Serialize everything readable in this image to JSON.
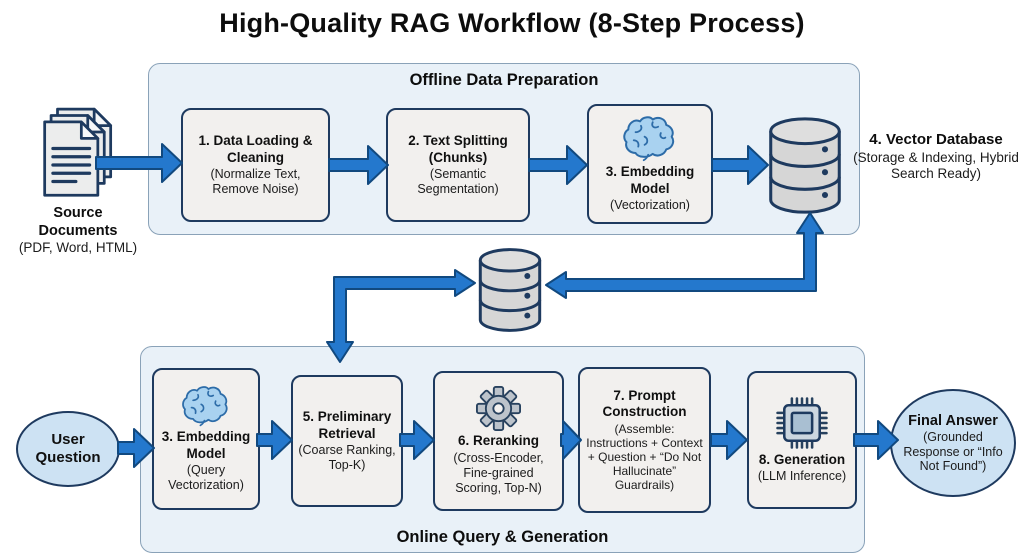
{
  "title": "High-Quality RAG Workflow (8-Step Process)",
  "offline": {
    "label": "Offline Data Preparation",
    "boxes": [
      {
        "title": "1. Data Loading & Cleaning",
        "subtitle": "(Normalize Text, Remove Noise)"
      },
      {
        "title": "2. Text Splitting (Chunks)",
        "subtitle": "(Semantic Segmentation)"
      },
      {
        "title": "3. Embedding Model",
        "subtitle": "(Vectorization)",
        "icon": "brain-icon"
      }
    ]
  },
  "online": {
    "label": "Online Query & Generation",
    "boxes": [
      {
        "title": "3. Embedding Model",
        "subtitle": "(Query Vectorization)",
        "icon": "brain-icon"
      },
      {
        "title": "5. Preliminary Retrieval",
        "subtitle": "(Coarse Ranking, Top-K)"
      },
      {
        "title": "6. Reranking",
        "subtitle": "(Cross-Encoder, Fine-grained Scoring, Top-N)",
        "icon": "gear-icon"
      },
      {
        "title": "7. Prompt Construction",
        "subtitle": "(Assemble: Instructions + Context + Question + “Do Not Hallucinate” Guardrails)"
      },
      {
        "title": "8. Generation",
        "subtitle": "(LLM Inference)",
        "icon": "chip-icon"
      }
    ]
  },
  "source_documents": {
    "title": "Source Documents",
    "subtitle": "(PDF, Word, HTML)",
    "icon": "documents-icon"
  },
  "vector_database": {
    "title": "4. Vector Database",
    "subtitle": "(Storage & Indexing, Hybrid Search Ready)",
    "icon": "database-icon"
  },
  "middle_database": {
    "icon": "database-icon"
  },
  "user_question": {
    "label": "User Question"
  },
  "final_answer": {
    "title": "Final Answer",
    "subtitle": "(Grounded Response or “Info Not Found”)"
  },
  "colors": {
    "arrow_blue": "#2478cd",
    "arrow_border": "#11497f",
    "navy_border": "#1e3a5f",
    "container_fill": "#e9f1f8",
    "box_fill": "#f2f0ee",
    "ellipse_fill": "#cde2f3",
    "brain_blue": "#a9d2f0",
    "db_gray": "#d6d6d6"
  }
}
